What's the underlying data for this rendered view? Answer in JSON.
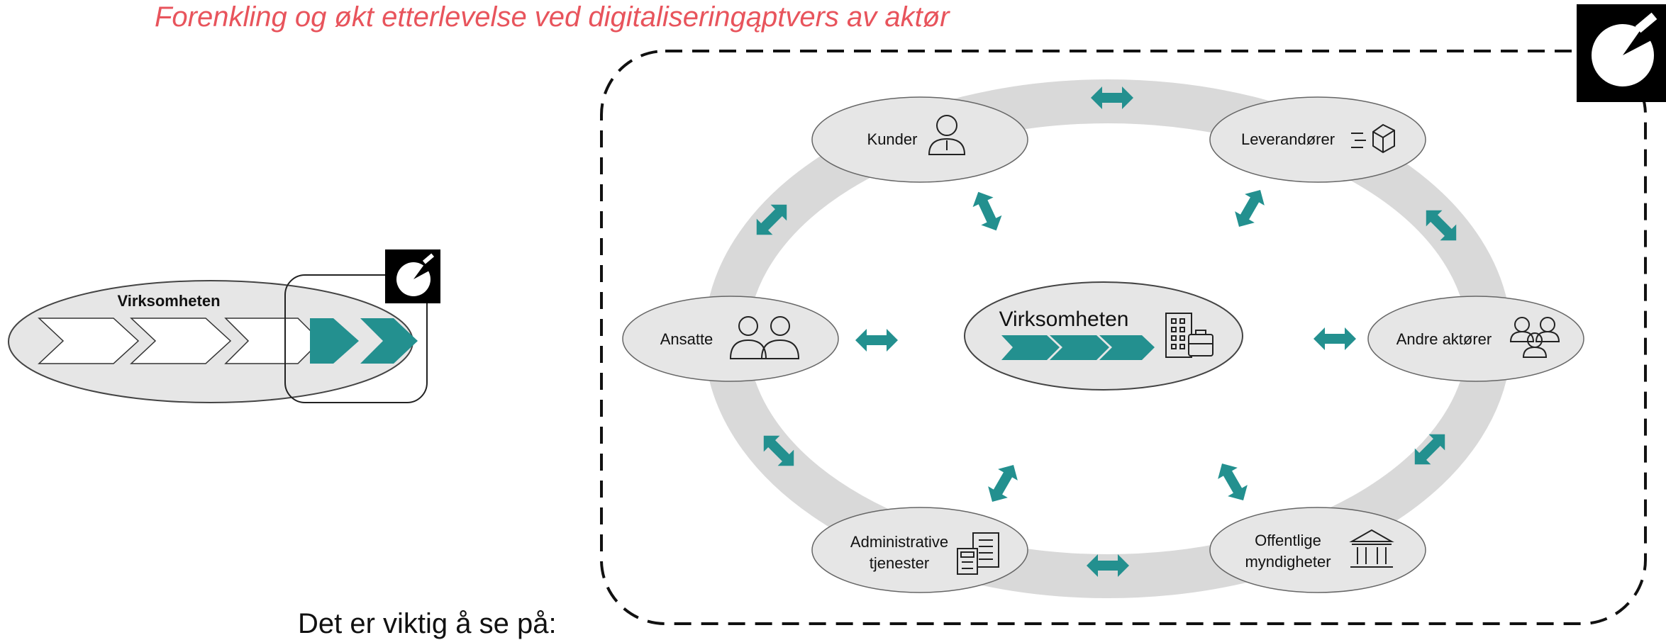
{
  "header": {
    "subtitle": "Forenkling og økt etterlevelse ved digitaliseringąptvers av aktør"
  },
  "left_panel": {
    "label": "Virksomheten",
    "chevrons_outline": 3,
    "chevrons_highlighted": 2,
    "badge_icon": "stopwatch-icon"
  },
  "ecosystem": {
    "center": {
      "label": "Virksomheten",
      "icon": "office-building-icon"
    },
    "nodes": [
      {
        "id": "kunder",
        "lines": [
          "Kunder"
        ],
        "icon": "customer-icon"
      },
      {
        "id": "leverandorer",
        "lines": [
          "Leverandører"
        ],
        "icon": "package-delivery-icon"
      },
      {
        "id": "ansatte",
        "lines": [
          "Ansatte"
        ],
        "icon": "employees-icon"
      },
      {
        "id": "andre",
        "lines": [
          "Andre aktører"
        ],
        "icon": "people-group-icon"
      },
      {
        "id": "admin",
        "lines": [
          "Administrative",
          "tjenester"
        ],
        "icon": "documents-calculator-icon"
      },
      {
        "id": "offentlige",
        "lines": [
          "Offentlige",
          "myndigheter"
        ],
        "icon": "government-building-icon"
      }
    ],
    "corner_icon": "stopwatch-icon"
  },
  "footer": {
    "text": "Det er viktig å se på:"
  },
  "colors": {
    "accent_red": "#e8545c",
    "teal": "#23908f",
    "ring_gray": "#d9d9d9",
    "node_fill": "#e6e6e6"
  }
}
